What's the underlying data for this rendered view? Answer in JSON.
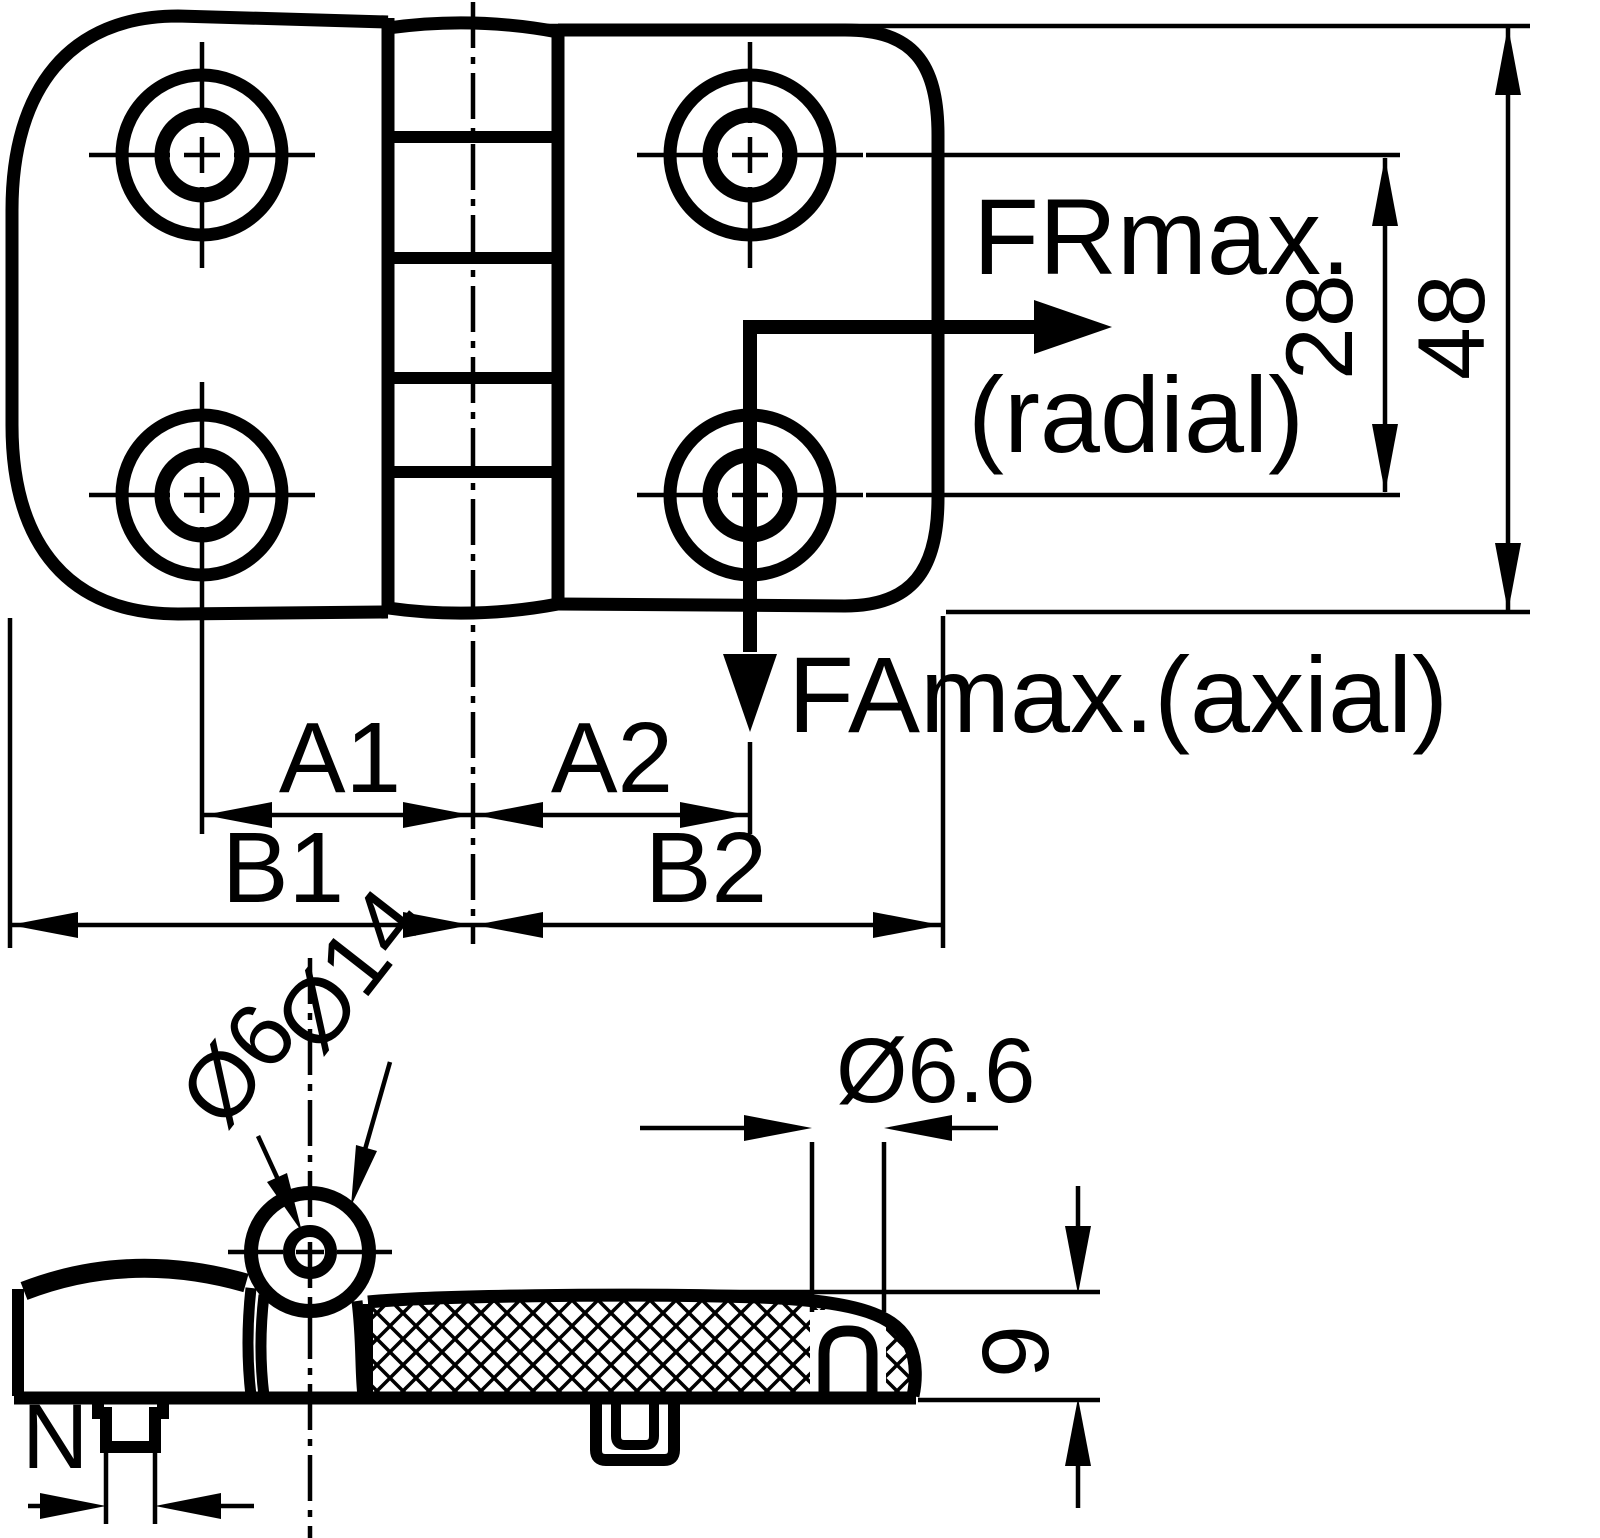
{
  "drawing": {
    "kind": "hinge-engineering-drawing",
    "colors": {
      "ink": "#000000",
      "paper": "#ffffff"
    },
    "top_view": {
      "force_radial": "FRmax.",
      "force_radial_qualifier": "(radial)",
      "force_axial": "FAmax.(axial)",
      "dim_hole_spacing_vertical": "28",
      "dim_overall_height": "48",
      "dim_a1": "A1",
      "dim_a2": "A2",
      "dim_b1": "B1",
      "dim_b2": "B2"
    },
    "side_view": {
      "dim_pin_diameter": "Ø6",
      "dim_knuckle_diameter": "Ø14",
      "dim_mount_hole_diameter": "Ø6.6",
      "dim_leaf_thickness": "9",
      "dim_stud_width": "N"
    }
  }
}
